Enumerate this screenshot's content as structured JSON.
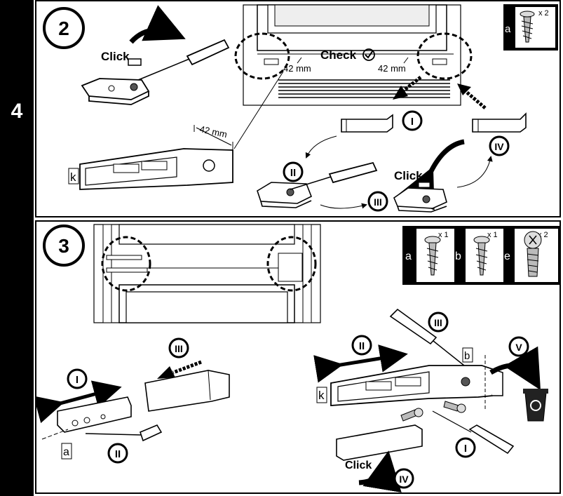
{
  "sidebar": {
    "step_number": "4"
  },
  "step2": {
    "step_number": "2",
    "click_label_left": "Click",
    "click_label_right": "Click",
    "check_label": "Check",
    "dim_left": "42 mm",
    "dim_right": "42 mm",
    "dim_bracket": "42 mm",
    "part_k": "k",
    "roman_1": "I",
    "roman_2": "II",
    "roman_3": "III",
    "roman_4": "IV",
    "screw_box": {
      "letter": "a",
      "qty": "x 2"
    }
  },
  "step3": {
    "step_number": "3",
    "screws": [
      {
        "letter": "a",
        "qty": "x 1"
      },
      {
        "letter": "b",
        "qty": "x 1"
      },
      {
        "letter": "e",
        "qty": "x 2"
      }
    ],
    "left_roman_1": "I",
    "left_roman_2": "II",
    "left_roman_3": "III",
    "label_a": "a",
    "right_roman_1": "I",
    "right_roman_2": "II",
    "right_roman_3": "III",
    "right_roman_4": "IV",
    "right_roman_5": "V",
    "label_b": "b",
    "part_k": "k",
    "click_label": "Click"
  }
}
